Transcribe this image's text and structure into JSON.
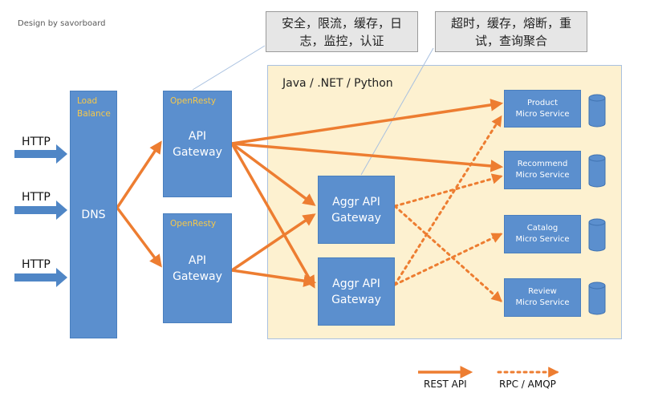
{
  "credit": "Design by savorboard",
  "region_label": "Java / .NET / Python",
  "http_inputs": [
    "HTTP",
    "HTTP",
    "HTTP"
  ],
  "dns": {
    "tag": "Load\nBalance",
    "label": "DNS"
  },
  "gateways": [
    {
      "tag": "OpenResty",
      "label": "API\nGateway"
    },
    {
      "tag": "OpenResty",
      "label": "API\nGateway"
    }
  ],
  "aggr_gateways": [
    {
      "label": "Aggr API\nGateway"
    },
    {
      "label": "Aggr API\nGateway"
    }
  ],
  "services": [
    {
      "label": "Product\nMicro Service"
    },
    {
      "label": "Recommend\nMicro Service"
    },
    {
      "label": "Catalog\nMicro Service"
    },
    {
      "label": "Review\nMicro Service"
    }
  ],
  "notes": [
    {
      "text": "安全，限流，缓存，日\n志，监控，认证"
    },
    {
      "text": "超时，缓存，熔断，重\n试，查询聚合"
    }
  ],
  "legend": {
    "rest": "REST API",
    "rpc": "RPC / AMQP"
  },
  "colors": {
    "box": "#5b8fce",
    "arrow": "#ed7d31",
    "region": "#fdf1d0",
    "tag": "#f6c84a"
  }
}
